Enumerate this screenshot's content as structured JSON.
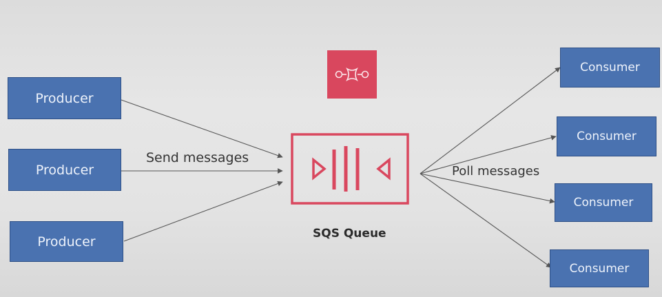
{
  "producers": [
    {
      "label": "Producer"
    },
    {
      "label": "Producer"
    },
    {
      "label": "Producer"
    }
  ],
  "consumers": [
    {
      "label": "Consumer"
    },
    {
      "label": "Consumer"
    },
    {
      "label": "Consumer"
    },
    {
      "label": "Consumer"
    }
  ],
  "edge_labels": {
    "send": "Send messages",
    "poll": "Poll messages"
  },
  "queue": {
    "label": "SQS Queue",
    "icon": "queue-icon"
  },
  "service_logo": {
    "icon": "sqs-service-icon"
  },
  "colors": {
    "node_fill": "#4a72b0",
    "accent": "#d9475e",
    "edge": "#555555"
  }
}
